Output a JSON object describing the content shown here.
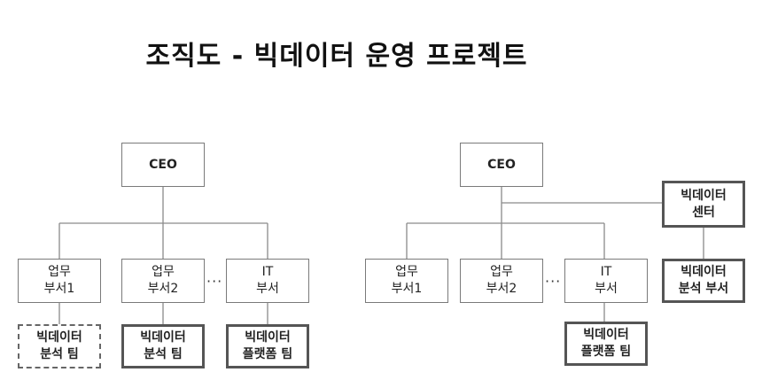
{
  "title": "조직도 - 빅데이터 운영 프로젝트",
  "left": {
    "ceo": "CEO",
    "dept1": [
      "업무",
      "부서1"
    ],
    "dept2": [
      "업무",
      "부서2"
    ],
    "it": [
      "IT",
      "부서"
    ],
    "ellipsis": "···",
    "team1": [
      "빅데이터",
      "분석 팀"
    ],
    "team2": [
      "빅데이터",
      "분석 팀"
    ],
    "team3": [
      "빅데이터",
      "플랫폼 팀"
    ]
  },
  "right": {
    "ceo": "CEO",
    "center": [
      "빅데이터",
      "센터"
    ],
    "dept1": [
      "업무",
      "부서1"
    ],
    "dept2": [
      "업무",
      "부서2"
    ],
    "it": [
      "IT",
      "부서"
    ],
    "ellipsis": "···",
    "analysis": [
      "빅데이터",
      "분석 부서"
    ],
    "platform": [
      "빅데이터",
      "플랫폼 팀"
    ]
  }
}
